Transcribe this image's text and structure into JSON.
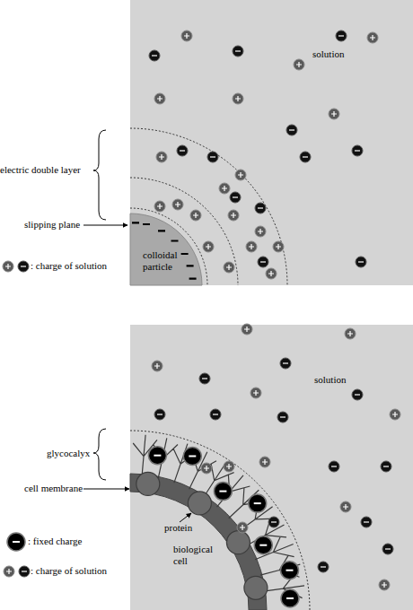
{
  "diagram": {
    "nodes": [
      {
        "text": [
          "solution"
        ]
      },
      {
        "text": [
          "colloidal particle"
        ],
        "in": 0
      },
      {
        "text": [
          "solution"
        ]
      },
      {
        "text": [
          "biological cell"
        ],
        "in": 2
      }
    ],
    "labels": [
      "electric double layer",
      "slipping plane",
      "glycocalyx",
      "cell membrane",
      "protein"
    ],
    "legend": [
      {
        "text": ": charge of solution"
      },
      {
        "text": ": fixed charge"
      },
      {
        "text": ": charge of solution"
      }
    ]
  }
}
